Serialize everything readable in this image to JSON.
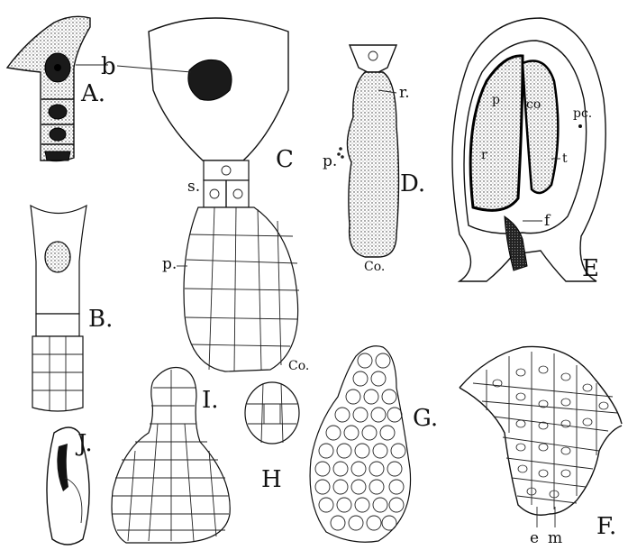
{
  "figure_labels": {
    "A": "A.",
    "B": "B.",
    "C": "C",
    "D": "D.",
    "E": "E",
    "F": "F.",
    "G": "G.",
    "H": "H",
    "I": "I.",
    "J": "J."
  },
  "part_labels": {
    "b": "b",
    "s": "s.",
    "p_C": "p.",
    "co_C": "Co.",
    "r_D": "r.",
    "p_D": "p.",
    "co_D": "Co.",
    "pc_E": "pc.",
    "t_E": "t",
    "f_E": "f",
    "r_E": "r",
    "co_E": "co",
    "p_E": "p",
    "e_F": "e",
    "m_F": "m"
  }
}
